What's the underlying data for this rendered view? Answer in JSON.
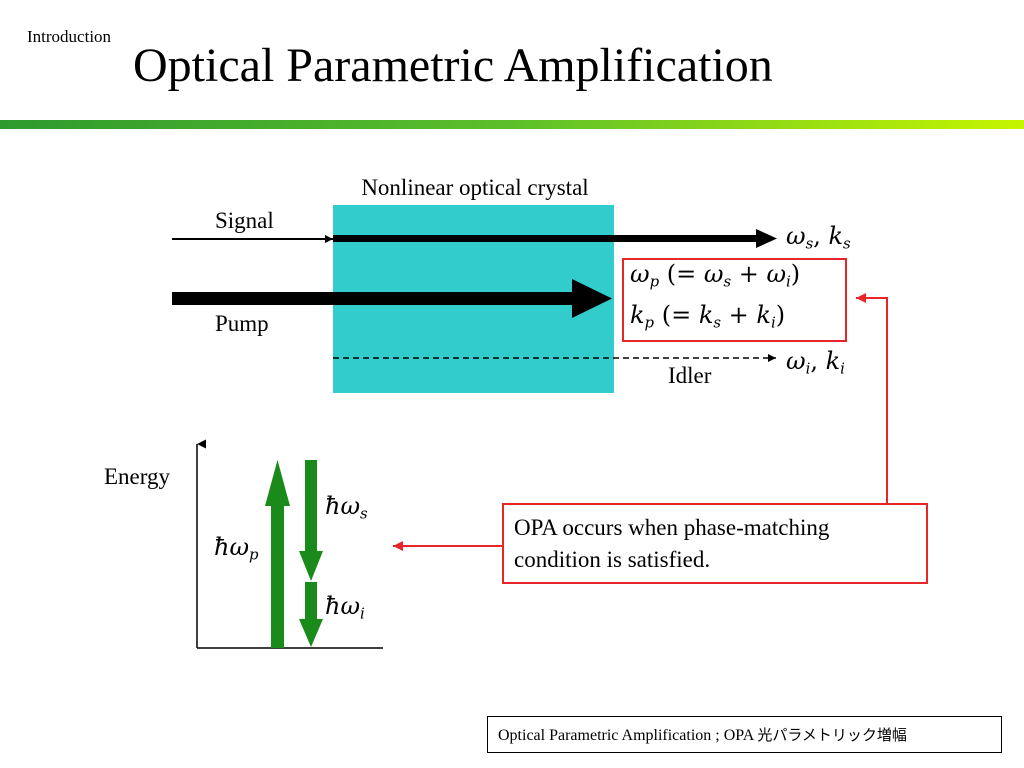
{
  "slide": {
    "section_label": "Introduction",
    "title": "Optical Parametric Amplification"
  },
  "diagram": {
    "crystal_label": "Nonlinear optical crystal",
    "signal_label": "Signal",
    "pump_label": "Pump",
    "idler_label": "Idler",
    "colors": {
      "crystal": "#33cccc",
      "beam": "#000000",
      "energy_arrow": "#1a8a1a",
      "highlight": "#e8262a"
    }
  },
  "energy": {
    "axis_label": "Energy",
    "levels": [
      "ħω_p",
      "ħω_s",
      "ħω_i"
    ]
  },
  "note": {
    "text": "OPA occurs when phase-matching condition is satisfied."
  },
  "footer": {
    "text": "Optical Parametric Amplification ; OPA",
    "japanese": "光パラメトリック増幅"
  }
}
